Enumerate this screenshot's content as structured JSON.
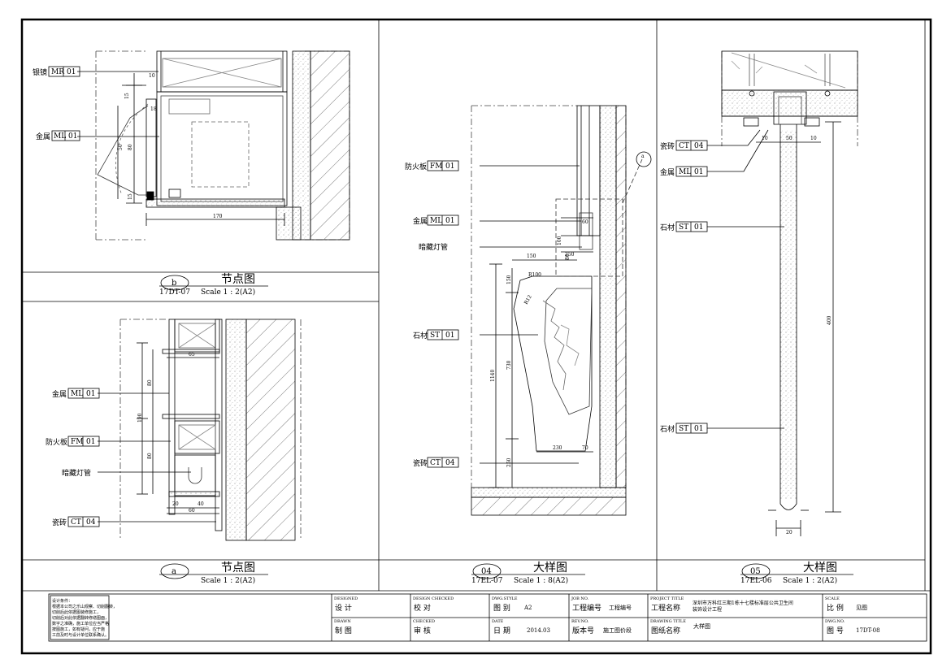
{
  "drawing": {
    "tags": {
      "mirror": {
        "label": "银镜",
        "code": "MR",
        "num": "01"
      },
      "metal": {
        "label": "金属",
        "code": "ML",
        "num": "01"
      },
      "fireboard": {
        "label": "防火板",
        "code": "FM",
        "num": "01"
      },
      "hidden_lamp": {
        "label": "暗藏灯管"
      },
      "tile": {
        "label": "瓷砖",
        "code": "CT",
        "num": "04"
      },
      "stone": {
        "label": "石材",
        "code": "ST",
        "num": "01"
      }
    },
    "details": [
      {
        "bubble": "b",
        "ref": "17DT-07",
        "title": "节点图",
        "scale": "Scale 1 : 2(A2)"
      },
      {
        "bubble": "a",
        "ref": "",
        "title": "节点图",
        "scale": "Scale 1 : 2(A2)"
      },
      {
        "bubble": "04",
        "ref": "17EL-07",
        "title": "大样图",
        "scale": "Scale 1 : 8(A2)"
      },
      {
        "bubble": "05",
        "ref": "17EL-06",
        "title": "大样图",
        "scale": "Scale 1 : 2(A2)"
      }
    ],
    "callout_bubble": "a",
    "dims": {
      "b_170": "170",
      "b_10": "10",
      "b_15": "15",
      "b_18": "18",
      "b_50": "50",
      "b_80": "80",
      "b_15b": "15",
      "a_65": "65",
      "a_80": "80",
      "a_190": "190",
      "a_80b": "80",
      "a_20": "20",
      "a_40": "40",
      "a_60": "60",
      "d4_150": "150",
      "d4_250": "250",
      "d4_60": "60",
      "d4_100": "100",
      "d4_80": "80",
      "d4_150b": "150",
      "d4_730": "730",
      "d4_1140": "1140",
      "d4_250b": "250",
      "d4_230": "230",
      "d4_70": "70",
      "d4_r100": "R100",
      "d4_r12": "R12",
      "d5_10": "10",
      "d5_50": "50",
      "d5_10b": "10",
      "d5_400": "400",
      "d5_20": "20"
    }
  },
  "title_block": {
    "notes": [
      "设计条件：",
      "  根据本公司之乐山观察、切削翻转，",
      "切削后此依据图装修施工，",
      "切削后对此依据翻转修缮图面，",
      "数字之准确，施工单位应当严格",
      "按图施工，如有疑问，应于施",
      "工前及时与设计单位联系确认。"
    ],
    "designed_label": "DESIGNED",
    "designed_value": "设 计",
    "drawn_label": "DRAWN",
    "drawn_value": "制 图",
    "check_label": "DESIGN CHECKED",
    "check_value": "校 对",
    "checked_label": "CHECKED",
    "checked_value": "审 核",
    "style_label": "DWG.STYLE",
    "style_key": "图 别",
    "style_value": "A2",
    "date_label": "DATE",
    "date_key": "日 期",
    "date_value": "2014.03",
    "job_label": "JOB NO.",
    "job_key": "工程编号",
    "job_value": "工程编号",
    "rev_label": "REV.NO.",
    "rev_key": "版本号",
    "rev_value": "施工图价段",
    "project_label": "PROJECT TITLE",
    "project_key": "工程名称",
    "project_value_1": "深圳市万科红三期1栋十七楼标准层公共卫生间",
    "project_value_2": "装饰设计工程",
    "dtitle_label": "DRAWING TITLE",
    "dtitle_key": "图纸名称",
    "dtitle_value": "大样图",
    "scale_label": "SCALE",
    "scale_key": "比 例",
    "scale_value": "见图",
    "dwgno_label": "DWG.NO.",
    "dwgno_key": "图 号",
    "dwgno_value": "17DT-08"
  },
  "colors": {
    "line": "#000000",
    "hatch": "#555555",
    "grey": "#888888"
  }
}
